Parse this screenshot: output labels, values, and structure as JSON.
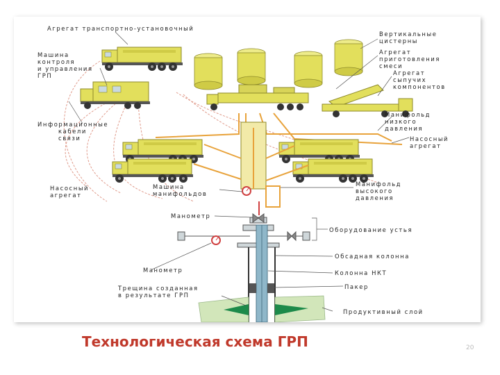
{
  "slide": {
    "caption": "Технологическая схема ГРП",
    "page_number": "20"
  },
  "labels": {
    "transport_unit": "Агрегат транспортно-установочный",
    "control_machine_l1": "Машина",
    "control_machine_l2": "контроля",
    "control_machine_l3": "и управления",
    "control_machine_l4": "ГРП",
    "vertical_tanks_l1": "Вертикальные",
    "vertical_tanks_l2": "цистерны",
    "mix_unit_l1": "Агрегат",
    "mix_unit_l2": "приготовления",
    "mix_unit_l3": "смеси",
    "bulk_unit_l1": "Агрегат",
    "bulk_unit_l2": "сыпучих",
    "bulk_unit_l3": "компонентов",
    "info_cables_l1": "Информационные",
    "info_cables_l2": "кабели",
    "info_cables_l3": "связи",
    "low_manifold_l1": "Манифольд",
    "low_manifold_l2": "низкого",
    "low_manifold_l3": "давления",
    "pump_unit_right_l1": "Насосный",
    "pump_unit_right_l2": "агрегат",
    "pump_unit_left_l1": "Насосный",
    "pump_unit_left_l2": "агрегат",
    "manifold_machine_l1": "Машина",
    "manifold_machine_l2": "манифольдов",
    "high_manifold_l1": "Манифольд",
    "high_manifold_l2": "высокого",
    "high_manifold_l3": "давления",
    "manometer_top": "Манометр",
    "wellhead_equipment": "Оборудование устья",
    "casing": "Обсадная колонна",
    "tubing": "Колонна НКТ",
    "manometer_bottom": "Манометр",
    "packer": "Пакер",
    "fracture_l1": "Трещина созданная",
    "fracture_l2": "в результате ГРП",
    "productive_layer": "Продуктивный слой"
  },
  "colors": {
    "vehicle": "#e2df5c",
    "vehicle_dark": "#8d8a2a",
    "pipe": "#e8a23a",
    "cable": "#e09a8a",
    "manifold_box": "#f2eaa8",
    "well_blue": "#8fb7c9",
    "fracture": "#1d8a4a",
    "layer": "#d2e6ba",
    "caption": "#c0392b"
  }
}
